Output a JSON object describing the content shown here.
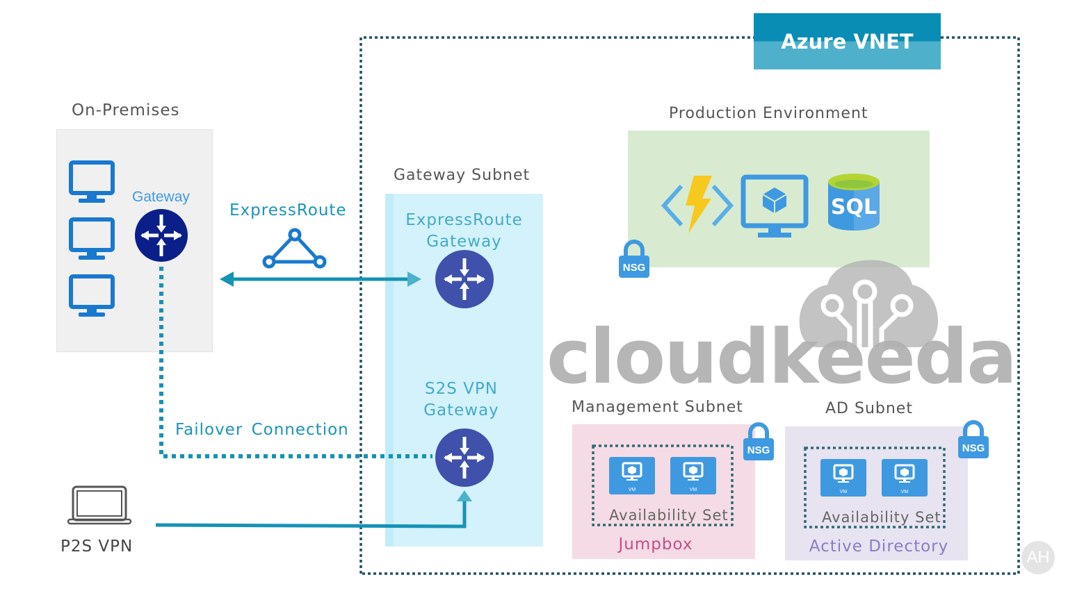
{
  "diagram": {
    "title": "Azure VNET",
    "colors": {
      "vnet_header_top": "#0a8db5",
      "vnet_header_bottom": "#4fb0cc",
      "vnet_border": "#1f4f63",
      "onprem_bg": "#f0f0f0",
      "gateway_subnet_bg": "#d3f2fb",
      "production_bg": "#d8ebd0",
      "management_bg": "#f5dbe5",
      "ad_bg": "#e7e3f1",
      "router_dark": "#0b1f8a",
      "router": "#3f51ab",
      "connection": "#1692b6",
      "monitor_blue": "#1978cf",
      "azure_blue": "#3f99e0",
      "nsg_blue": "#3f99e0",
      "jumpbox_text": "#c0508a",
      "ad_text": "#8c7cc4",
      "watermark": "#b0b0b0"
    },
    "on_premises": {
      "title": "On-Premises",
      "gateway_label": "Gateway",
      "computers": [
        "computer-1",
        "computer-2",
        "computer-3"
      ]
    },
    "connections": {
      "expressroute_label": "ExpressRoute",
      "failover_label": "Failover Connection",
      "p2s_label": "P2S VPN"
    },
    "gateway_subnet": {
      "title": "Gateway Subnet",
      "expressroute_gateway": [
        "ExpressRoute",
        "Gateway"
      ],
      "s2s_gateway": [
        "S2S VPN",
        "Gateway"
      ]
    },
    "production": {
      "title": "Production Environment",
      "icons": [
        "azure-functions",
        "virtual-machine",
        "sql-database"
      ],
      "sql_text": "SQL",
      "nsg": "NSG"
    },
    "management_subnet": {
      "title": "Management Subnet",
      "availability_set": "Availability Set",
      "vm_labels": [
        "VM",
        "VM"
      ],
      "role": "Jumpbox",
      "nsg": "NSG"
    },
    "ad_subnet": {
      "title": "AD Subnet",
      "availability_set": "Availability Set",
      "vm_labels": [
        "VM",
        "VM"
      ],
      "role": "Active Directory",
      "nsg": "NSG"
    },
    "watermark": {
      "text": "cloudkeeda",
      "badge": "AH"
    }
  }
}
